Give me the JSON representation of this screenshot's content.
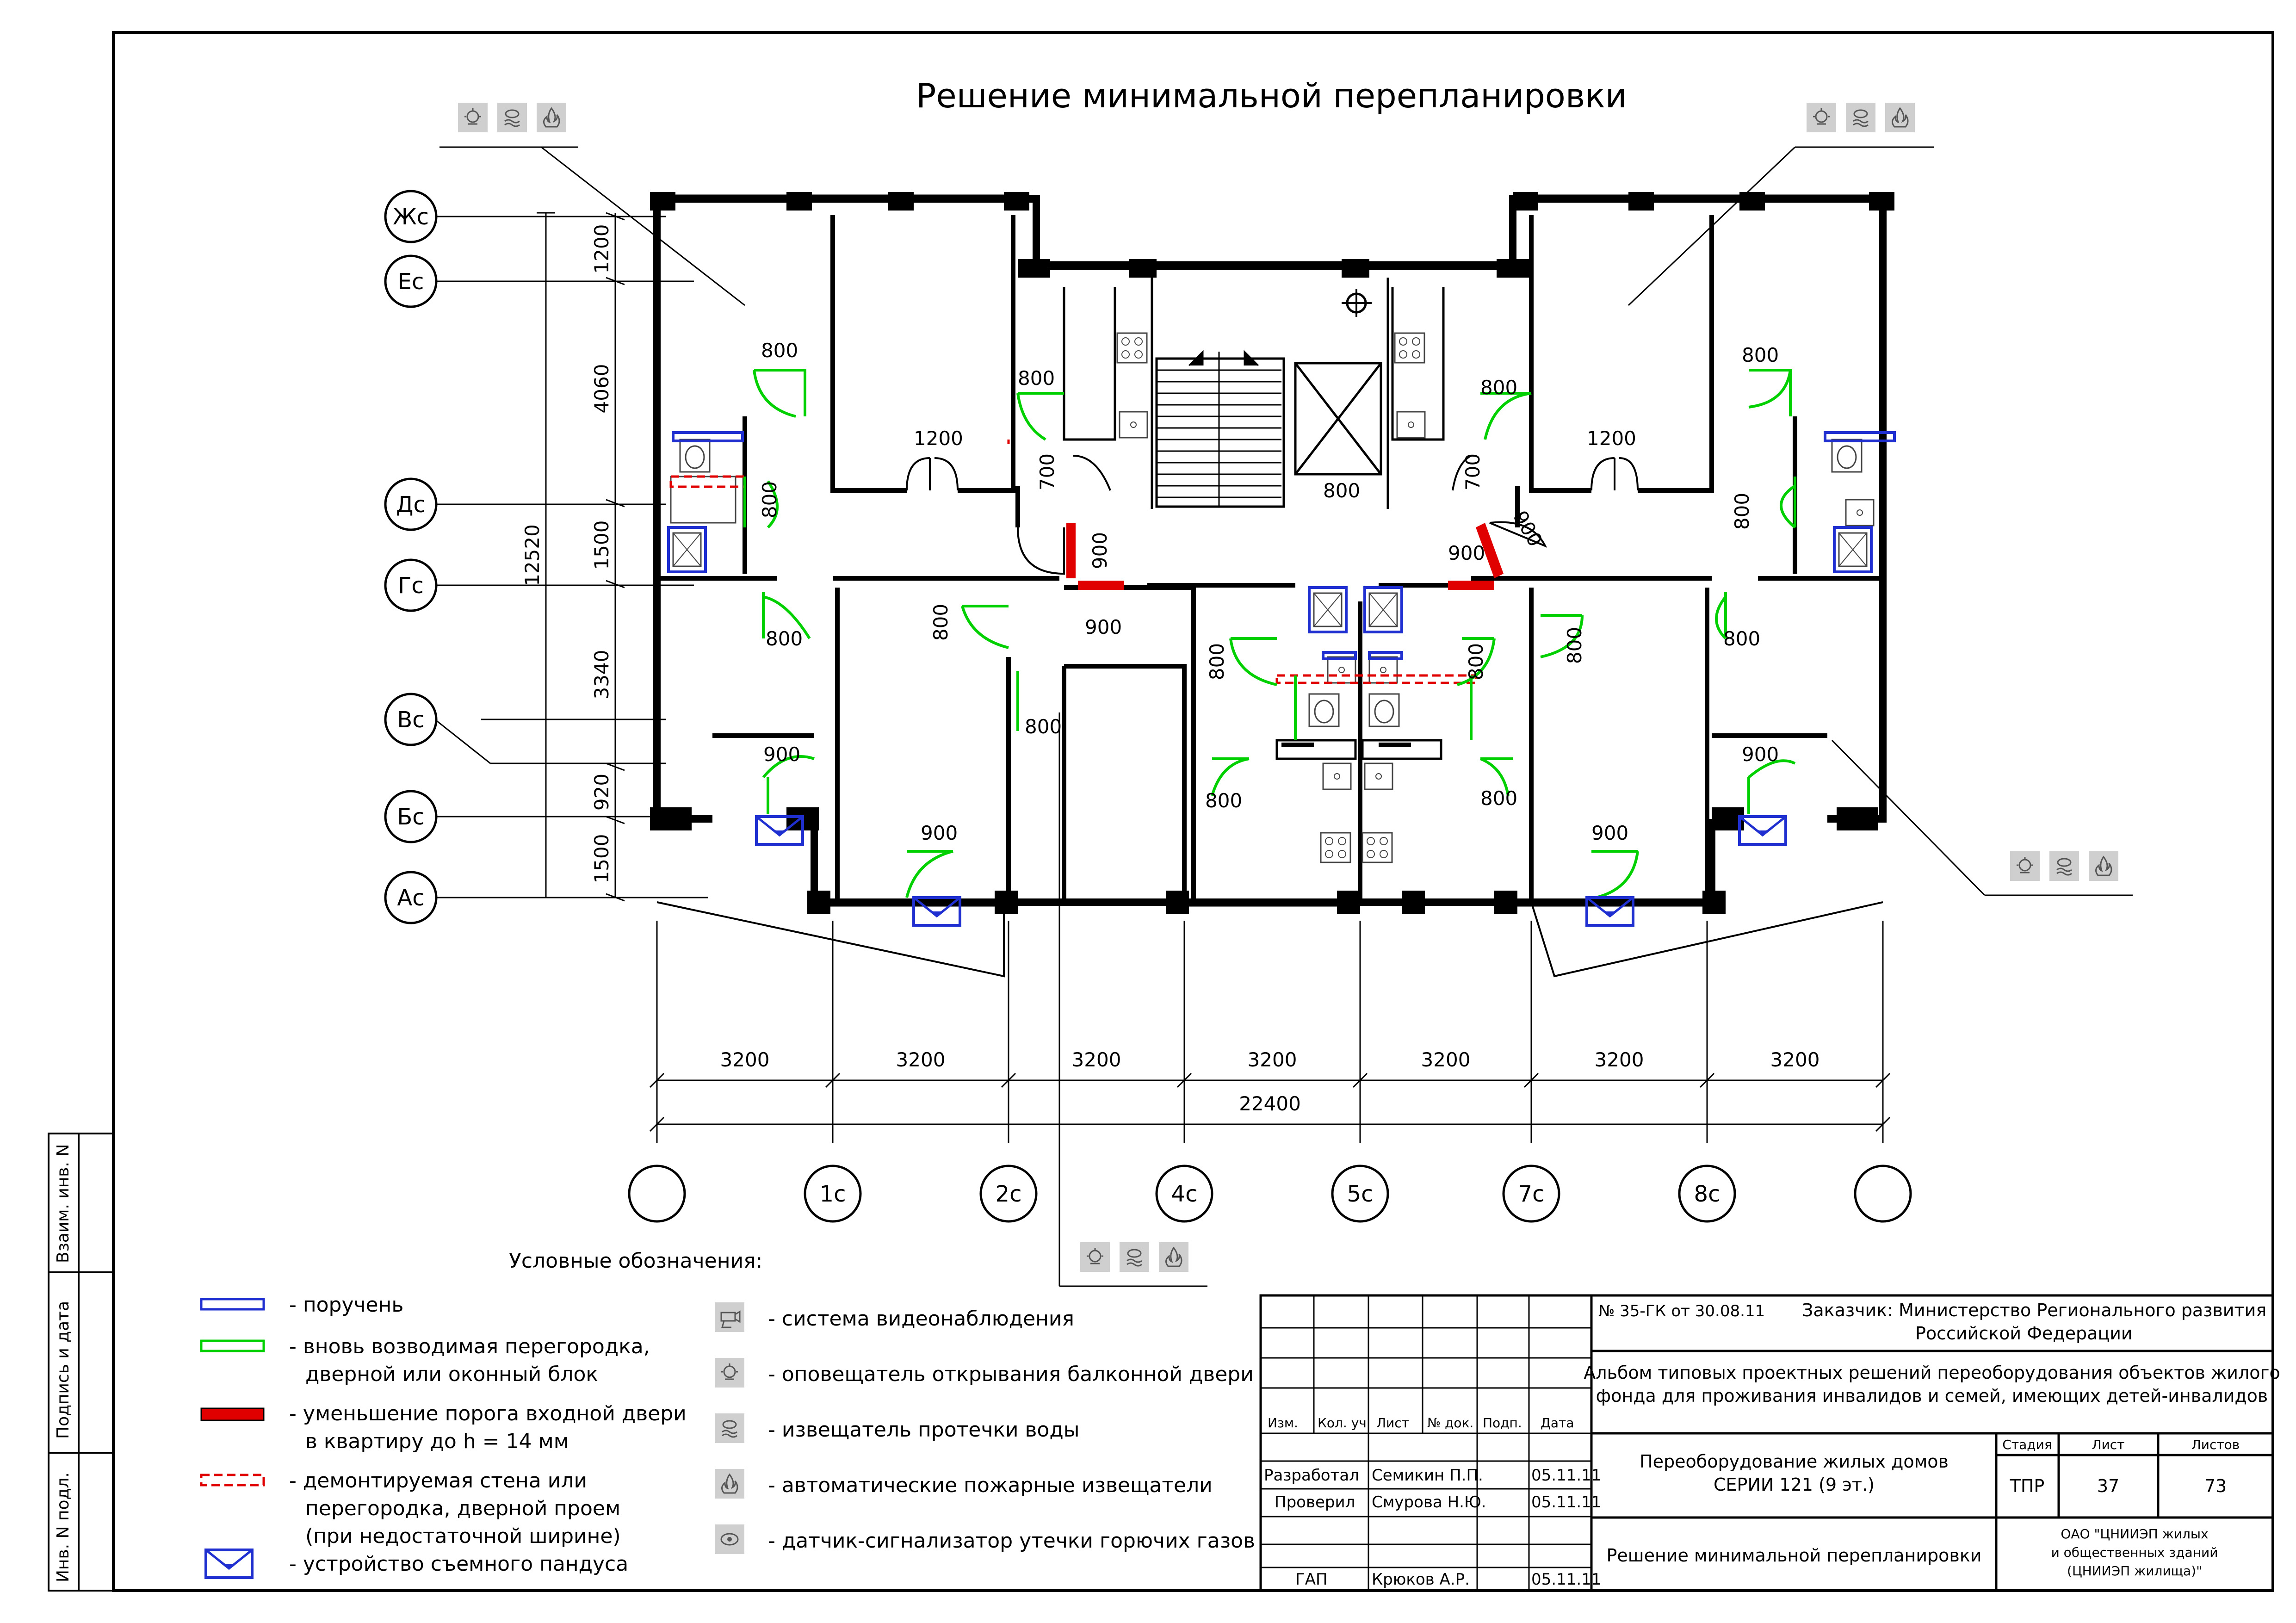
{
  "title": "Решение минимальной перепланировки",
  "dimensions": {
    "vertical": [
      "1200",
      "4060",
      "1500",
      "3340",
      "920",
      "1500"
    ],
    "vertical_total": "12520",
    "horizontal": [
      "3200",
      "3200",
      "3200",
      "3200",
      "3200",
      "3200",
      "3200"
    ],
    "horizontal_total": "22400",
    "doors": {
      "d800": "800",
      "d900": "900",
      "d1200": "1200",
      "d700": "700"
    }
  },
  "row_axes": [
    "Жс",
    "Ес",
    "Дс",
    "Гс",
    "Вс",
    "Бс",
    "Ас"
  ],
  "column_axes": [
    "",
    "1с",
    "2с",
    "4с",
    "5с",
    "7с",
    "8с",
    ""
  ],
  "legend": {
    "heading": "Условные обозначения:",
    "handrail": "- поручень",
    "new_partition_1": "- вновь возводимая перегородка,",
    "new_partition_2": "дверной или оконный блок",
    "threshold_1": "- уменьшение порога входной двери",
    "threshold_2": "в квартиру до h = 14 мм",
    "demolished_1": "- демонтируемая стена или",
    "demolished_2": "перегородка, дверной проем",
    "demolished_3": "(при недостаточной ширине)",
    "ramp": "- устройство съемного пандуса",
    "cctv": "- система видеонаблюдения",
    "balcony": "- оповещатель открывания балконной двери",
    "water": "- извещатель протечки воды",
    "fire": "- автоматические пожарные извещатели",
    "gas": "- датчик-сигнализатор утечки горючих газов"
  },
  "side_stamp": {
    "inv": "Взаим. инв. N",
    "sign": "Подпись и дата",
    "orig": "Инв. N подл."
  },
  "stamp": {
    "order": "№ 35-ГК от 30.08.11",
    "customer_1": "Заказчик: Министерство Регионального развития",
    "customer_2": "Российской Федерации",
    "album_1": "Альбом типовых проектных решений переоборудования объектов жилого",
    "album_2": "фонда для проживания инвалидов и семей, имеющих детей-инвалидов",
    "cols": [
      "Изм.",
      "Кол. уч",
      "Лист",
      "№ док.",
      "Подп.",
      "Дата"
    ],
    "role_dev": "Разработал",
    "name_dev": "Семикин П.П.",
    "date_dev": "05.11.11",
    "role_chk": "Проверил",
    "name_chk": "Смурова Н.Ю.",
    "date_chk": "05.11.11",
    "role_gap": "ГАП",
    "name_gap": "Крюков А.Р.",
    "date_gap": "05.11.11",
    "project_1": "Переоборудование жилых домов",
    "project_2": "СЕРИИ 121 (9 эт.)",
    "stage_h": "Стадия",
    "sheet_h": "Лист",
    "sheets_h": "Листов",
    "stage": "ТПР",
    "sheet": "37",
    "sheets": "73",
    "drawing": "Решение минимальной перепланировки",
    "org_1": "ОАО \"ЦНИИЭП жилых",
    "org_2": "и общественных зданий",
    "org_3": "(ЦНИИЭП жилища)\""
  },
  "colors": {
    "handrail": "#1f2fd0",
    "new_partition": "#00d000",
    "threshold": "#e00000",
    "demolished": "#e00000",
    "ramp": "#1f2fd0",
    "icon_bg": "#c8c8c8"
  }
}
